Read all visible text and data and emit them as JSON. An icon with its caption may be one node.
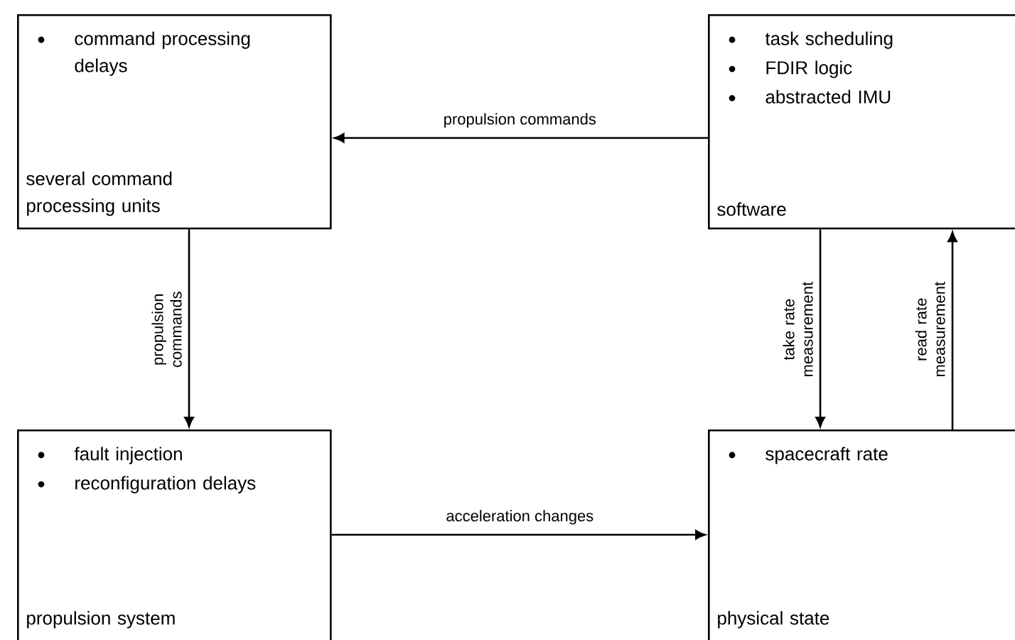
{
  "diagram": {
    "nodes": [
      {
        "text": [
          "command processing delays",
          "several command processing units"
        ]
      },
      {
        "text": [
          "task scheduling",
          "FDIR logic",
          "abstracted IMU",
          "software"
        ]
      },
      {
        "text": [
          "fault injection",
          "reconfiguration delays",
          "propulsion system"
        ]
      },
      {
        "text": [
          "spacecraft rate",
          "physical state"
        ]
      }
    ],
    "edges": [
      {
        "from": 1,
        "to": 0,
        "arrow": "to",
        "label": "propulsion commands"
      },
      {
        "from": 0,
        "to": 2,
        "arrow": "to",
        "label": "propulsion commands"
      },
      {
        "from": 1,
        "to": 3,
        "arrow": "to",
        "label": "take rate measurement"
      },
      {
        "from": 3,
        "to": 1,
        "arrow": "to",
        "label": "read rate measurement"
      },
      {
        "from": 2,
        "to": 3,
        "arrow": "to",
        "label": "acceleration changes"
      }
    ]
  }
}
